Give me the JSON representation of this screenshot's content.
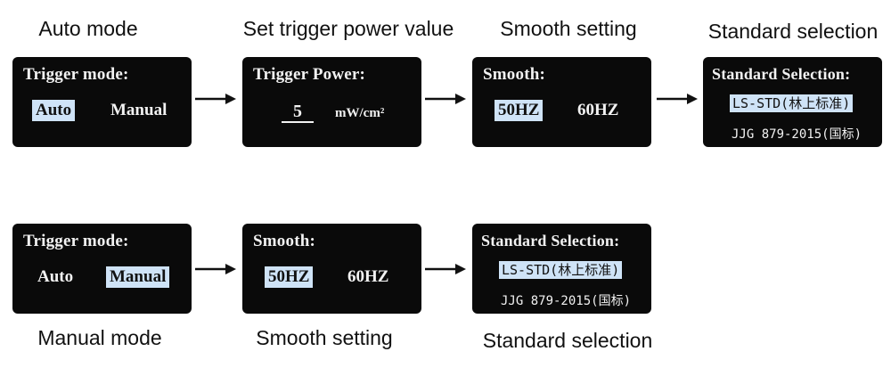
{
  "captions": {
    "auto_mode": "Auto mode",
    "set_trigger_power": "Set trigger power value",
    "smooth_top": "Smooth setting",
    "standard_top": "Standard selection",
    "manual_mode": "Manual mode",
    "smooth_bottom": "Smooth setting",
    "standard_bottom": "Standard selection"
  },
  "screens": {
    "trigger_auto": {
      "title": "Trigger mode:",
      "opt1": "Auto",
      "opt2": "Manual",
      "selected": "opt1"
    },
    "trigger_power": {
      "title": "Trigger Power:",
      "value": "5",
      "unit": "mW/cm²"
    },
    "smooth_top": {
      "title": "Smooth:",
      "opt1": "50HZ",
      "opt2": "60HZ",
      "selected": "opt1"
    },
    "standard_top": {
      "title": "Standard Selection:",
      "opt1": "LS-STD(林上标准)",
      "opt2": "JJG 879-2015(国标)",
      "selected": "opt1"
    },
    "trigger_manual": {
      "title": "Trigger mode:",
      "opt1": "Auto",
      "opt2": "Manual",
      "selected": "opt2"
    },
    "smooth_bottom": {
      "title": "Smooth:",
      "opt1": "50HZ",
      "opt2": "60HZ",
      "selected": "opt1"
    },
    "standard_bottom": {
      "title": "Standard Selection:",
      "opt1": "LS-STD(林上标准)",
      "opt2": "JJG 879-2015(国标)",
      "selected": "opt1"
    }
  },
  "colors": {
    "screen_bg": "#0a0a0a",
    "highlight": "#cfe3f7",
    "text": "#f2f2f2"
  }
}
